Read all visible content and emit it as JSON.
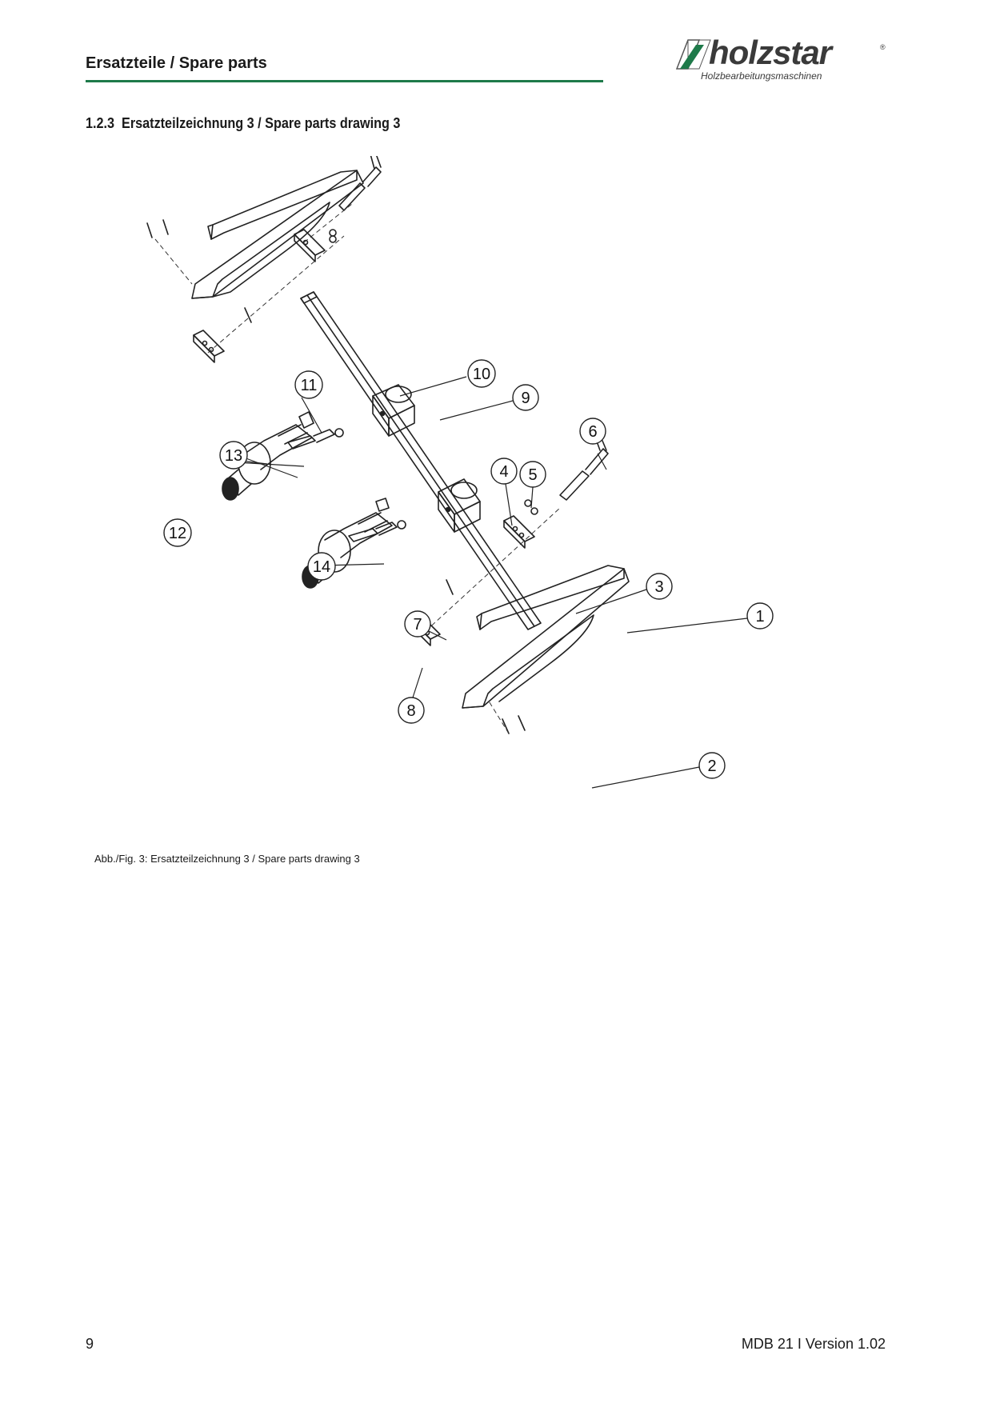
{
  "header": {
    "title": "Ersatzteile / Spare parts",
    "accent_color": "#1e7a4a"
  },
  "logo": {
    "wordmark": "holzstar",
    "registered": "®",
    "tagline": "Holzbearbeitungsmaschinen"
  },
  "section": {
    "number": "1.2.3",
    "title": "Ersatzteilzeichnung 3 / Spare parts drawing 3"
  },
  "drawing": {
    "callouts": [
      "1",
      "2",
      "3",
      "4",
      "5",
      "6",
      "7",
      "8",
      "9",
      "10",
      "11",
      "12",
      "13",
      "14"
    ]
  },
  "caption": "Abb./Fig. 3: Ersatzteilzeichnung 3  / Spare parts drawing 3",
  "footer": {
    "page_number": "9",
    "doc_version": "MDB 21 I Version 1.02"
  }
}
